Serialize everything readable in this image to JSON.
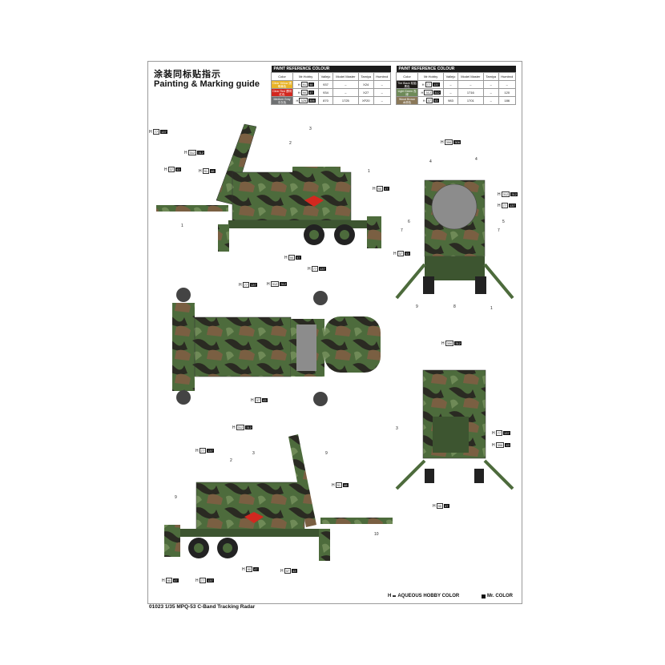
{
  "header": {
    "title_cn": "涂装同标贴指示",
    "title_en": "Painting & Marking guide"
  },
  "paint_table_left": {
    "caption": "PAINT  REFERENCE COLOUR",
    "columns": [
      "Color",
      "Mr.Hobby",
      "Vallejo",
      "Model Master",
      "Tamiya",
      "Humbrol"
    ],
    "rows": [
      {
        "swatch": "#e8b327",
        "name": "Clear Yellow 透明黄色",
        "code": "H",
        "box": "91",
        "blk": "48",
        "vallejo": "937",
        "mm": "–",
        "tamiya": "X24",
        "humbrol": "–"
      },
      {
        "swatch": "#d2281f",
        "name": "Clear Red 透明红色",
        "code": "H",
        "box": "90",
        "blk": "47",
        "vallejo": "934",
        "mm": "–",
        "tamiya": "X27",
        "humbrol": "–"
      },
      {
        "swatch": "#6f7172",
        "name": "Medium Gray 中灰色",
        "code": "H",
        "box": "325",
        "blk": "306",
        "vallejo": "870",
        "mm": "1725",
        "tamiya": "XF20",
        "humbrol": "–"
      }
    ]
  },
  "paint_table_right": {
    "caption": "PAINT  REFERENCE COLOUR",
    "columns": [
      "Color",
      "Mr.Hobby",
      "Vallejo",
      "Model Master",
      "Tamiya",
      "Humbrol"
    ],
    "rows": [
      {
        "swatch": "#1e1b18",
        "name": "Tire Black 轮胎黑色",
        "code": "H",
        "box": "77",
        "blk": "137",
        "vallejo": "–",
        "mm": "–",
        "tamiya": "–",
        "humbrol": "–"
      },
      {
        "swatch": "#6e8a58",
        "name": "Light Green 浅绿",
        "code": "H",
        "box": "312",
        "blk": "312",
        "vallejo": "–",
        "mm": "1716",
        "tamiya": "–",
        "humbrol": "120"
      },
      {
        "swatch": "#8a7858",
        "name": "Wood Brown 木棕色",
        "code": "H",
        "box": "37",
        "blk": "43",
        "vallejo": "983",
        "mm": "1701",
        "tamiya": "–",
        "humbrol": "186"
      }
    ]
  },
  "callouts": {
    "v1_a": {
      "h": "H",
      "box": "77",
      "blk": "137"
    },
    "v1_b": {
      "h": "H",
      "box": "312",
      "blk": "312"
    },
    "v1_c": {
      "h": "H",
      "box": "37",
      "blk": "43"
    },
    "v1_d": {
      "h": "H",
      "box": "91",
      "blk": "48"
    },
    "v1_e": {
      "h": "H",
      "box": "90",
      "blk": "47"
    },
    "v1_f": {
      "h": "H",
      "box": "90",
      "blk": "47"
    },
    "v1_g": {
      "h": "H",
      "box": "77",
      "blk": "137"
    },
    "v2_a": {
      "h": "H",
      "box": "306",
      "blk": "306"
    },
    "v2_b": {
      "h": "H",
      "box": "312",
      "blk": "312"
    },
    "v2_c": {
      "h": "H",
      "box": "77",
      "blk": "137"
    },
    "v2_d": {
      "h": "H",
      "box": "37",
      "blk": "43"
    },
    "v3_a": {
      "h": "H",
      "box": "77",
      "blk": "137"
    },
    "v3_b": {
      "h": "H",
      "box": "312",
      "blk": "312"
    },
    "v3_c": {
      "h": "H",
      "box": "37",
      "blk": "43"
    },
    "v4_a": {
      "h": "H",
      "box": "306",
      "blk": "312"
    },
    "v4_b": {
      "h": "H",
      "box": "77",
      "blk": "137"
    },
    "v4_c": {
      "h": "H",
      "box": "306",
      "blk": "43"
    },
    "v4_d": {
      "h": "H",
      "box": "90",
      "blk": "47"
    },
    "v5_a": {
      "h": "H",
      "box": "312",
      "blk": "312"
    },
    "v5_b": {
      "h": "H",
      "box": "77",
      "blk": "137"
    },
    "v5_c": {
      "h": "H",
      "box": "91",
      "blk": "48"
    },
    "v5_d": {
      "h": "H",
      "box": "90",
      "blk": "47"
    },
    "v5_e": {
      "h": "H",
      "box": "77",
      "blk": "137"
    },
    "v5_f": {
      "h": "H",
      "box": "90",
      "blk": "47"
    },
    "v5_g": {
      "h": "H",
      "box": "37",
      "blk": "43"
    }
  },
  "part_numbers": {
    "n1a": "1",
    "n1b": "1",
    "n2a": "2",
    "n3a": "3",
    "n4a": "4",
    "n4b": "4",
    "n5": "5",
    "n6": "6",
    "n7a": "7",
    "n7b": "7",
    "n8": "8",
    "n9": "9",
    "n1c": "1",
    "n3b": "3",
    "n2b": "2",
    "n3c": "3",
    "n9b": "9",
    "n9c": "9",
    "n10": "10"
  },
  "legend": {
    "hobby_mark": "H",
    "hobby_box": "",
    "hobby_label": "AQUEOUS HOBBY COLOR",
    "mr_label": "Mr. COLOR"
  },
  "footer": {
    "text": "01023  1/35  MPQ-53 C-Band Tracking Radar"
  },
  "colors": {
    "camo_green": "#4d6b3c",
    "camo_dark": "#2a2a22",
    "camo_brown": "#7a5f42",
    "camo_light": "#6f8a57",
    "tire": "#222222",
    "gray_face": "#8c8c8c"
  }
}
